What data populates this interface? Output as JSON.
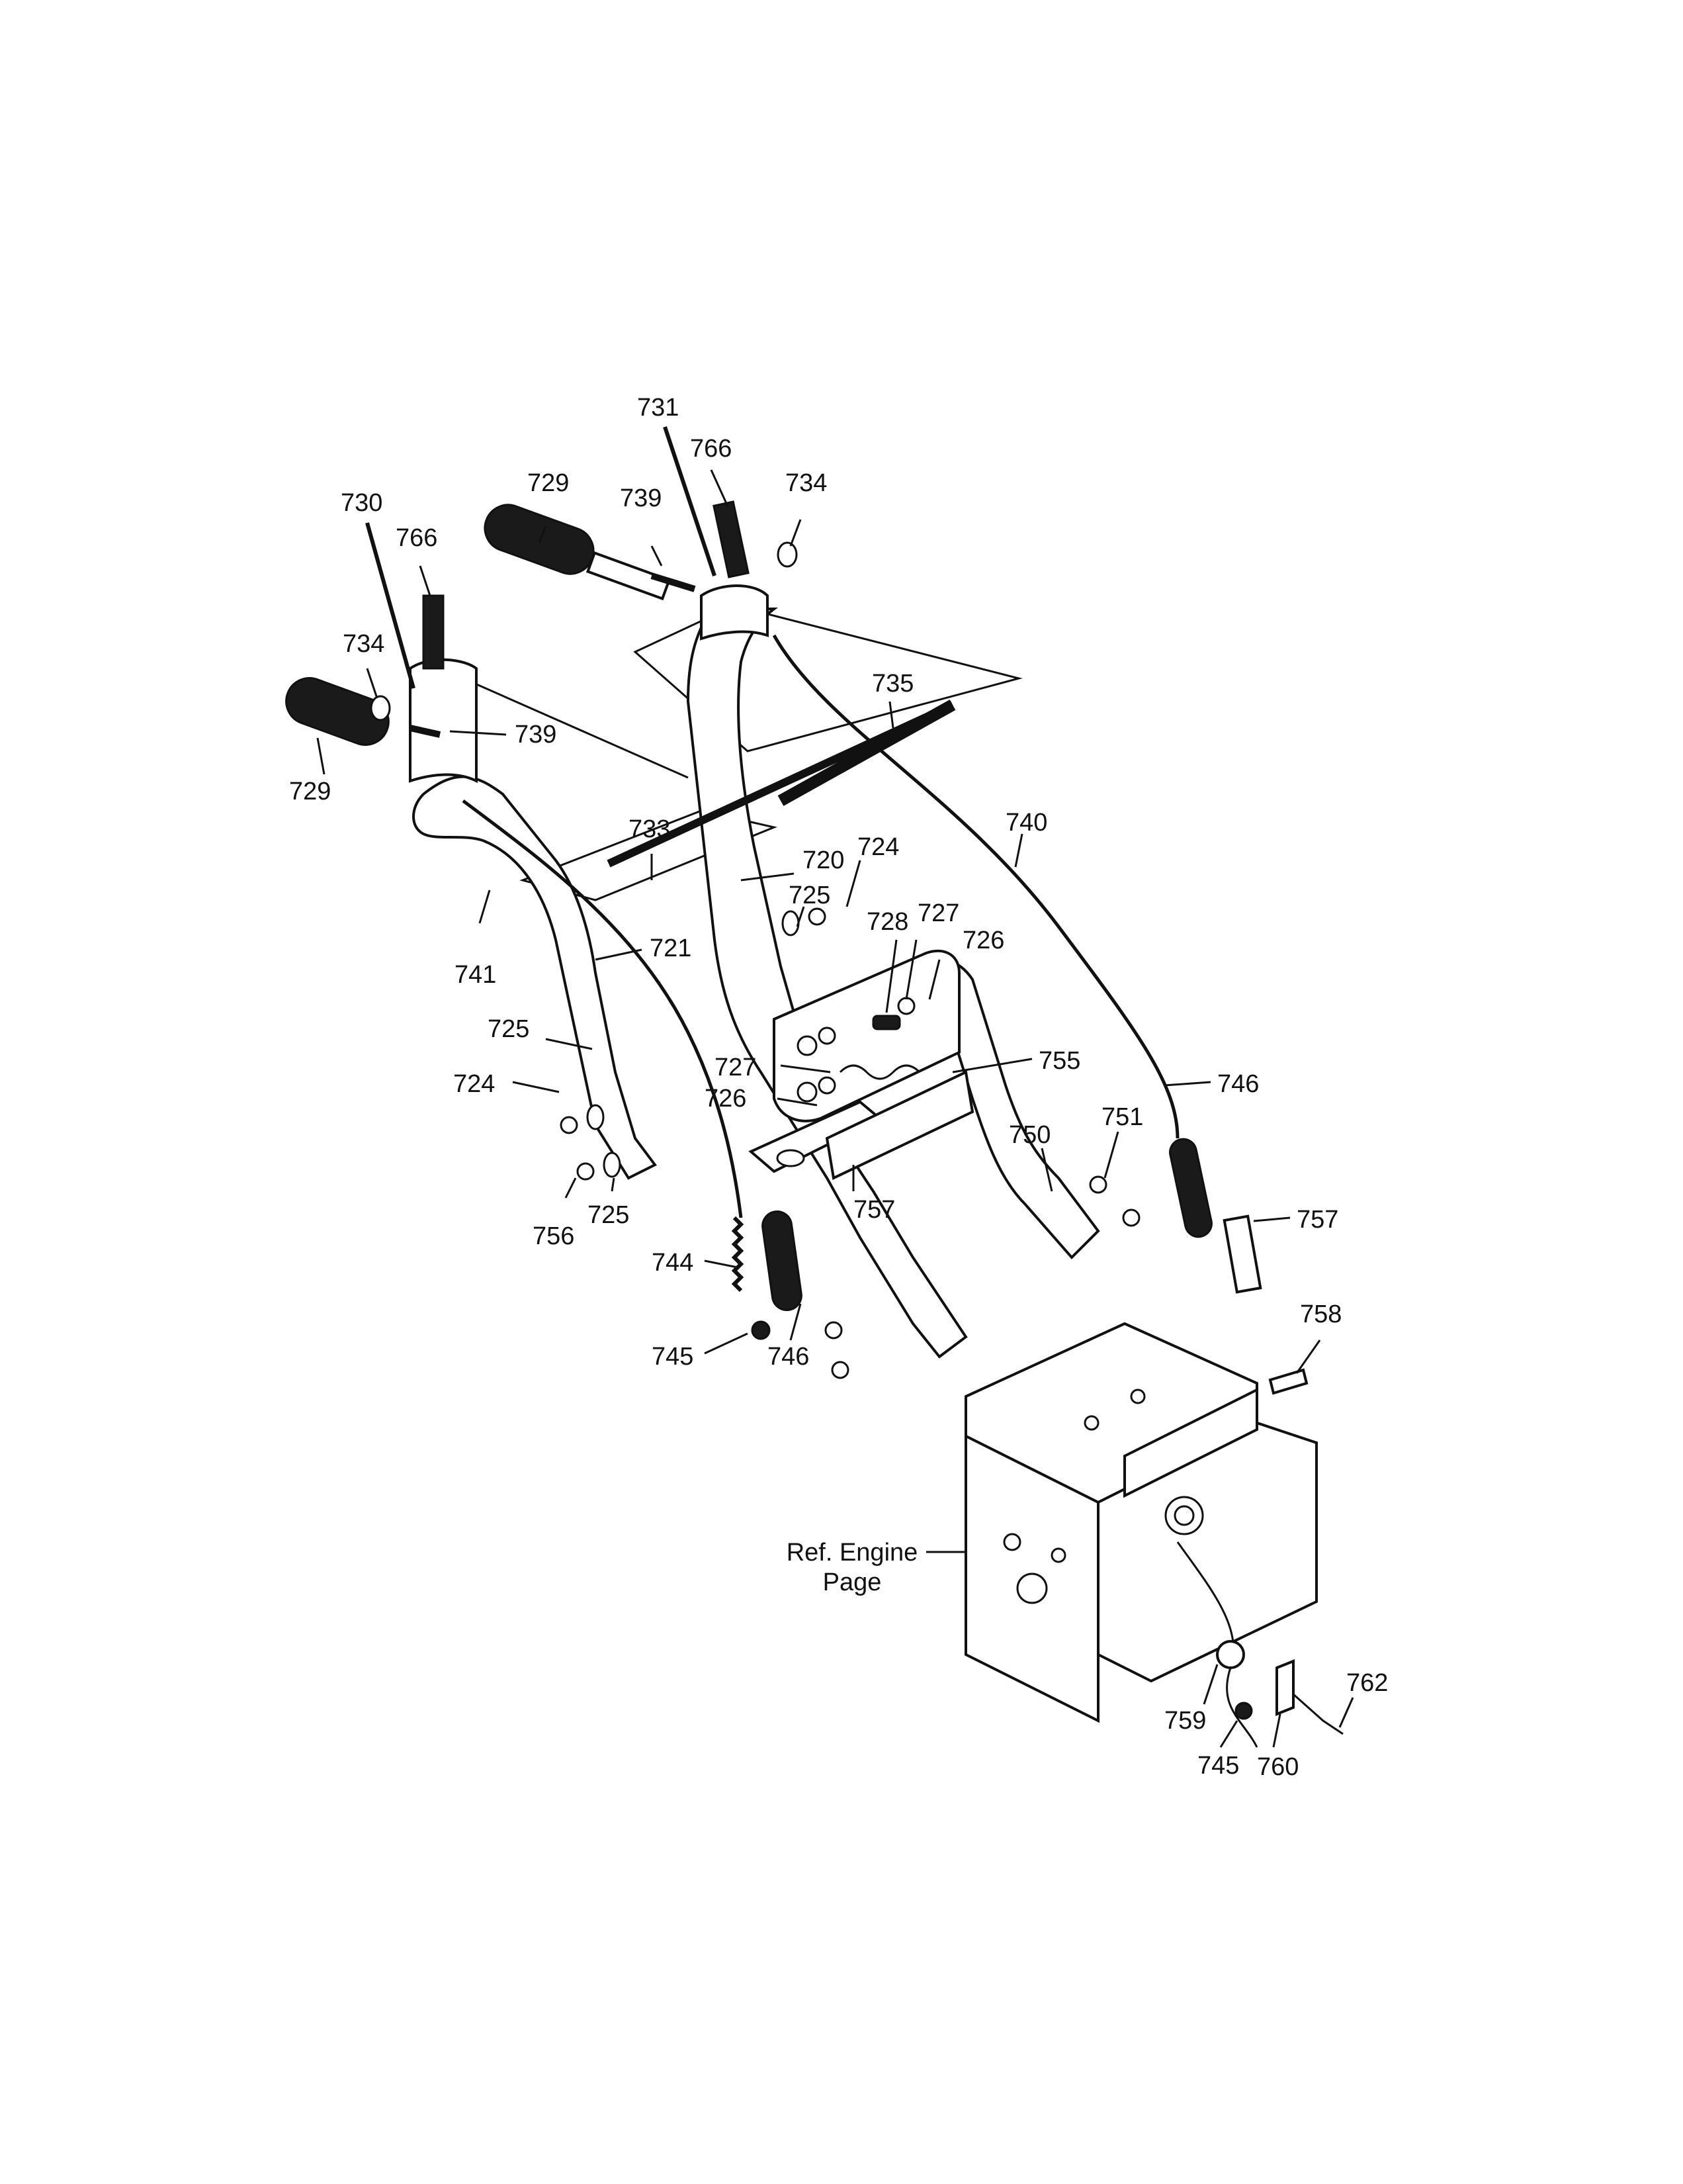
{
  "diagram": {
    "callouts": [
      {
        "id": "c731",
        "text": "731"
      },
      {
        "id": "c766a",
        "text": "766"
      },
      {
        "id": "c734a",
        "text": "734"
      },
      {
        "id": "c729a",
        "text": "729"
      },
      {
        "id": "c739a",
        "text": "739"
      },
      {
        "id": "c730",
        "text": "730"
      },
      {
        "id": "c766b",
        "text": "766"
      },
      {
        "id": "c734b",
        "text": "734"
      },
      {
        "id": "c739b",
        "text": "739"
      },
      {
        "id": "c729b",
        "text": "729"
      },
      {
        "id": "c735",
        "text": "735"
      },
      {
        "id": "c733",
        "text": "733"
      },
      {
        "id": "c720",
        "text": "720"
      },
      {
        "id": "c724a",
        "text": "724"
      },
      {
        "id": "c740",
        "text": "740"
      },
      {
        "id": "c725a",
        "text": "725"
      },
      {
        "id": "c728",
        "text": "728"
      },
      {
        "id": "c727a",
        "text": "727"
      },
      {
        "id": "c726a",
        "text": "726"
      },
      {
        "id": "c721",
        "text": "721"
      },
      {
        "id": "c741",
        "text": "741"
      },
      {
        "id": "c755",
        "text": "755"
      },
      {
        "id": "c727b",
        "text": "727"
      },
      {
        "id": "c726b",
        "text": "726"
      },
      {
        "id": "c725b",
        "text": "725"
      },
      {
        "id": "c724b",
        "text": "724"
      },
      {
        "id": "c746a",
        "text": "746"
      },
      {
        "id": "c751",
        "text": "751"
      },
      {
        "id": "c750",
        "text": "750"
      },
      {
        "id": "c757a",
        "text": "757"
      },
      {
        "id": "c756",
        "text": "756"
      },
      {
        "id": "c725c",
        "text": "725"
      },
      {
        "id": "c757b",
        "text": "757"
      },
      {
        "id": "c744",
        "text": "744"
      },
      {
        "id": "c758",
        "text": "758"
      },
      {
        "id": "c745a",
        "text": "745"
      },
      {
        "id": "c746b",
        "text": "746"
      },
      {
        "id": "c762",
        "text": "762"
      },
      {
        "id": "c759",
        "text": "759"
      },
      {
        "id": "c745b",
        "text": "745"
      },
      {
        "id": "c760",
        "text": "760"
      }
    ],
    "reference": {
      "line1": "Ref. Engine",
      "line2": "Page"
    }
  }
}
